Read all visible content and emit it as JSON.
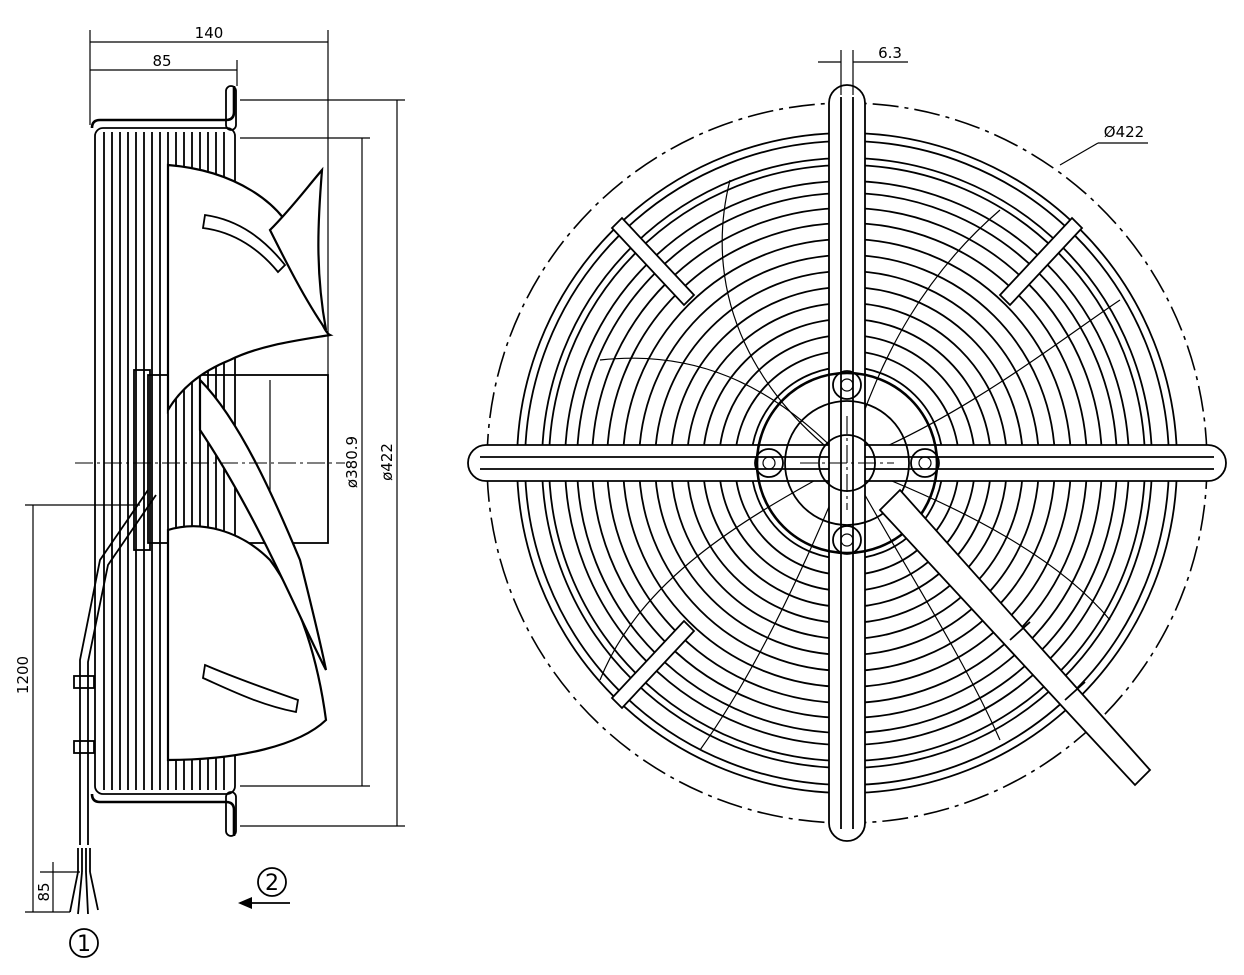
{
  "dimensions": {
    "overall_depth": "140",
    "mount_depth": "85",
    "guard_diameter": "ø380.9",
    "outer_diameter": "ø422",
    "cable_length": "1200",
    "cable_strip": "85",
    "mount_slot": "6.3",
    "mount_circle": "Ø422"
  },
  "callouts": {
    "cable": "1",
    "airflow": "2"
  }
}
